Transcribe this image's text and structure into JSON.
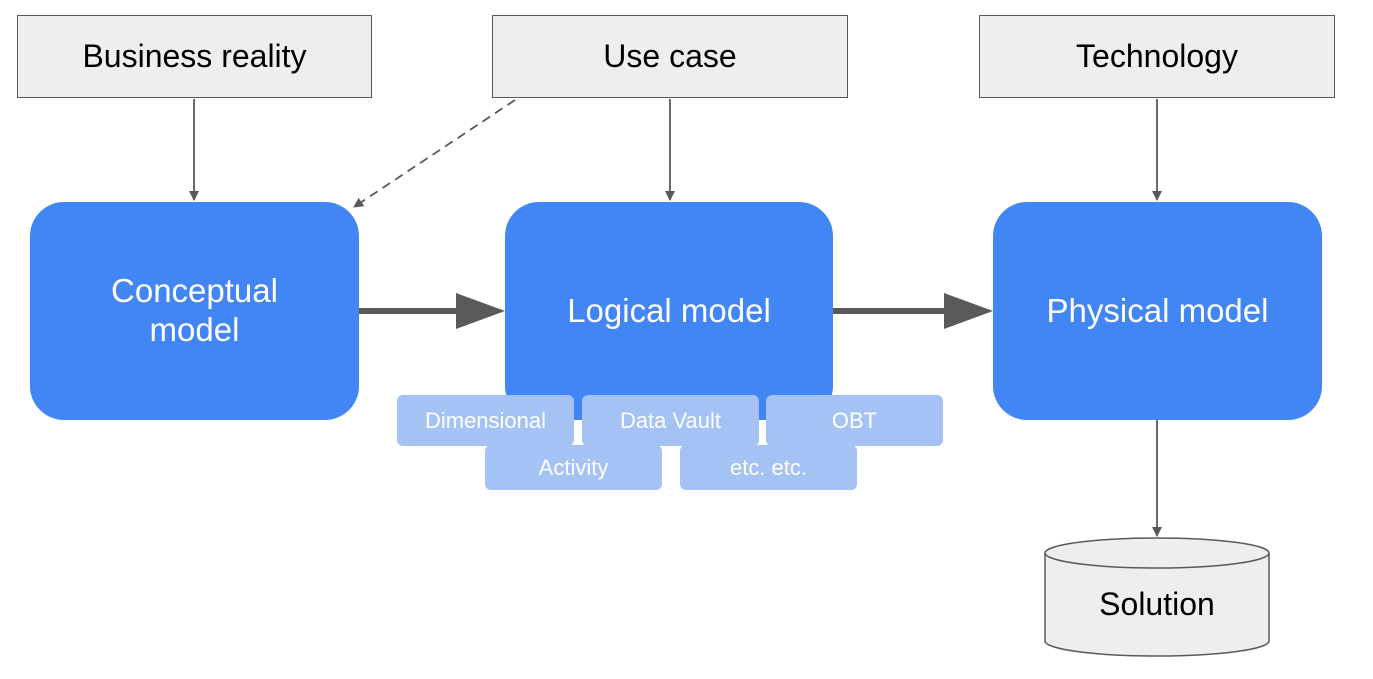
{
  "colors": {
    "primary": "#4285f4",
    "pill": "#a4c2f4",
    "input_fill": "#eeeeee",
    "stroke": "#595959"
  },
  "inputs": {
    "business_reality": "Business reality",
    "use_case": "Use case",
    "technology": "Technology"
  },
  "models": {
    "conceptual_line1": "Conceptual",
    "conceptual_line2": "model",
    "logical": "Logical model",
    "physical": "Physical model"
  },
  "techniques": {
    "dimensional": "Dimensional",
    "data_vault": "Data Vault",
    "obt": "OBT",
    "activity": "Activity",
    "etc": "etc. etc."
  },
  "output": {
    "solution": "Solution"
  }
}
